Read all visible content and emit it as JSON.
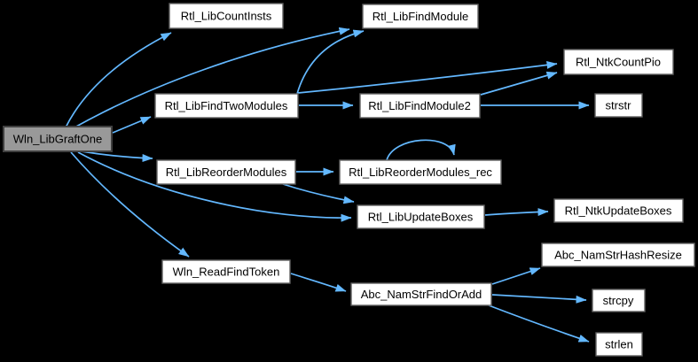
{
  "graph": {
    "type": "call-graph",
    "background_color": "#000000",
    "edge_color": "#63b8ff",
    "node_fill": "#ffffff",
    "node_border": "#606060",
    "node_text_color": "#000000",
    "focus_node_fill": "#999999",
    "focus_node_border": "#404040",
    "nodes": [
      {
        "id": "Wln_LibGraftOne",
        "label": "Wln_LibGraftOne",
        "role": "focus"
      },
      {
        "id": "Rtl_LibCountInsts",
        "label": "Rtl_LibCountInsts",
        "role": "callee"
      },
      {
        "id": "Rtl_LibFindModule",
        "label": "Rtl_LibFindModule",
        "role": "callee"
      },
      {
        "id": "Rtl_LibFindTwoModules",
        "label": "Rtl_LibFindTwoModules",
        "role": "callee"
      },
      {
        "id": "Rtl_NtkCountPio",
        "label": "Rtl_NtkCountPio",
        "role": "callee"
      },
      {
        "id": "Rtl_LibFindModule2",
        "label": "Rtl_LibFindModule2",
        "role": "callee"
      },
      {
        "id": "strstr",
        "label": "strstr",
        "role": "callee"
      },
      {
        "id": "Rtl_LibReorderModules",
        "label": "Rtl_LibReorderModules",
        "role": "callee"
      },
      {
        "id": "Rtl_LibReorderModules_rec",
        "label": "Rtl_LibReorderModules_rec",
        "role": "callee"
      },
      {
        "id": "Rtl_LibUpdateBoxes",
        "label": "Rtl_LibUpdateBoxes",
        "role": "callee"
      },
      {
        "id": "Rtl_NtkUpdateBoxes",
        "label": "Rtl_NtkUpdateBoxes",
        "role": "callee"
      },
      {
        "id": "Wln_ReadFindToken",
        "label": "Wln_ReadFindToken",
        "role": "callee"
      },
      {
        "id": "Abc_NamStrFindOrAdd",
        "label": "Abc_NamStrFindOrAdd",
        "role": "callee"
      },
      {
        "id": "Abc_NamStrHashResize",
        "label": "Abc_NamStrHashResize",
        "role": "callee"
      },
      {
        "id": "strcpy",
        "label": "strcpy",
        "role": "callee"
      },
      {
        "id": "strlen",
        "label": "strlen",
        "role": "callee"
      }
    ],
    "edges": [
      {
        "from": "Wln_LibGraftOne",
        "to": "Rtl_LibCountInsts"
      },
      {
        "from": "Wln_LibGraftOne",
        "to": "Rtl_LibFindModule"
      },
      {
        "from": "Wln_LibGraftOne",
        "to": "Rtl_LibFindTwoModules"
      },
      {
        "from": "Wln_LibGraftOne",
        "to": "Rtl_LibReorderModules"
      },
      {
        "from": "Wln_LibGraftOne",
        "to": "Rtl_LibUpdateBoxes"
      },
      {
        "from": "Wln_LibGraftOne",
        "to": "Wln_ReadFindToken"
      },
      {
        "from": "Rtl_LibFindTwoModules",
        "to": "Rtl_LibFindModule"
      },
      {
        "from": "Rtl_LibFindTwoModules",
        "to": "Rtl_NtkCountPio"
      },
      {
        "from": "Rtl_LibFindTwoModules",
        "to": "Rtl_LibFindModule2"
      },
      {
        "from": "Rtl_LibFindModule2",
        "to": "Rtl_NtkCountPio"
      },
      {
        "from": "Rtl_LibFindModule2",
        "to": "strstr"
      },
      {
        "from": "Rtl_LibReorderModules",
        "to": "Rtl_LibReorderModules_rec"
      },
      {
        "from": "Rtl_LibReorderModules_rec",
        "to": "Rtl_LibReorderModules_rec"
      },
      {
        "from": "Rtl_LibReorderModules",
        "to": "Rtl_LibUpdateBoxes"
      },
      {
        "from": "Rtl_LibUpdateBoxes",
        "to": "Rtl_NtkUpdateBoxes"
      },
      {
        "from": "Wln_ReadFindToken",
        "to": "Abc_NamStrFindOrAdd"
      },
      {
        "from": "Abc_NamStrFindOrAdd",
        "to": "Abc_NamStrHashResize"
      },
      {
        "from": "Abc_NamStrFindOrAdd",
        "to": "strcpy"
      },
      {
        "from": "Abc_NamStrFindOrAdd",
        "to": "strlen"
      }
    ]
  }
}
